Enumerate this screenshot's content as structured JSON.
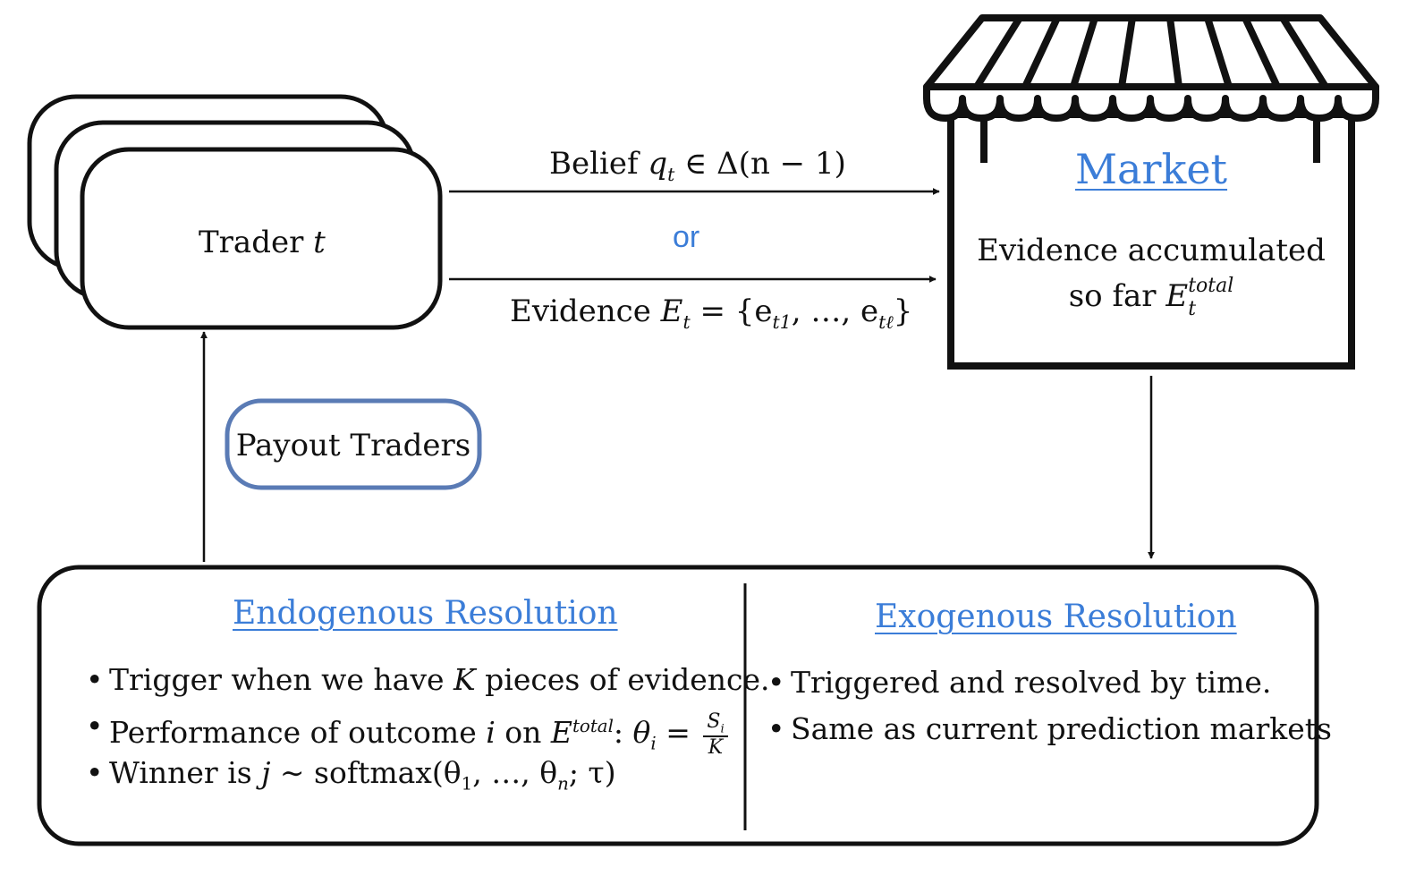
{
  "trader": {
    "label": "Trader",
    "var": "t"
  },
  "arrows": {
    "belief_prefix": "Belief ",
    "belief_var": "q",
    "belief_sub": "t",
    "belief_suffix": " ∈ Δ(n − 1)",
    "or_text": "or",
    "evidence_prefix": "Evidence ",
    "evidence_var": "E",
    "evidence_sub": "t",
    "evidence_suffix": " = {e",
    "evidence_e1_sub": "t1",
    "evidence_mid": ", …, e",
    "evidence_e2_sub": "tℓ",
    "evidence_close": "}"
  },
  "market": {
    "title": "Market",
    "line1": "Evidence accumulated",
    "line2_prefix": "so far ",
    "line2_var": "E",
    "line2_sub": "t",
    "line2_sup": "total"
  },
  "payout": {
    "label": "Payout Traders"
  },
  "resolution": {
    "endogenous": {
      "title": "Endogenous Resolution",
      "b1_prefix": "Trigger when we have ",
      "b1_var": "K",
      "b1_suffix": " pieces of evidence.",
      "b2_prefix": "Performance of outcome ",
      "b2_var": "i",
      "b2_mid": " on ",
      "b2_E": "E",
      "b2_sup": "total",
      "b2_colon": ": ",
      "b2_theta": "θ",
      "b2_theta_sub": "i",
      "b2_eq": " = ",
      "b2_num": "S",
      "b2_num_sub": "i",
      "b2_den": "K",
      "b3_prefix": "Winner is ",
      "b3_var": "j",
      "b3_suffix": " ∼ softmax(θ",
      "b3_sub1": "1",
      "b3_mid": ", …, θ",
      "b3_subn": "n",
      "b3_end": "; τ)"
    },
    "exogenous": {
      "title": "Exogenous Resolution",
      "b1": "Triggered and resolved by time.",
      "b2": "Same as current prediction markets"
    }
  },
  "colors": {
    "accent_blue": "#3b7dd8",
    "payout_border": "#5a7bb5",
    "stroke": "#111111"
  }
}
